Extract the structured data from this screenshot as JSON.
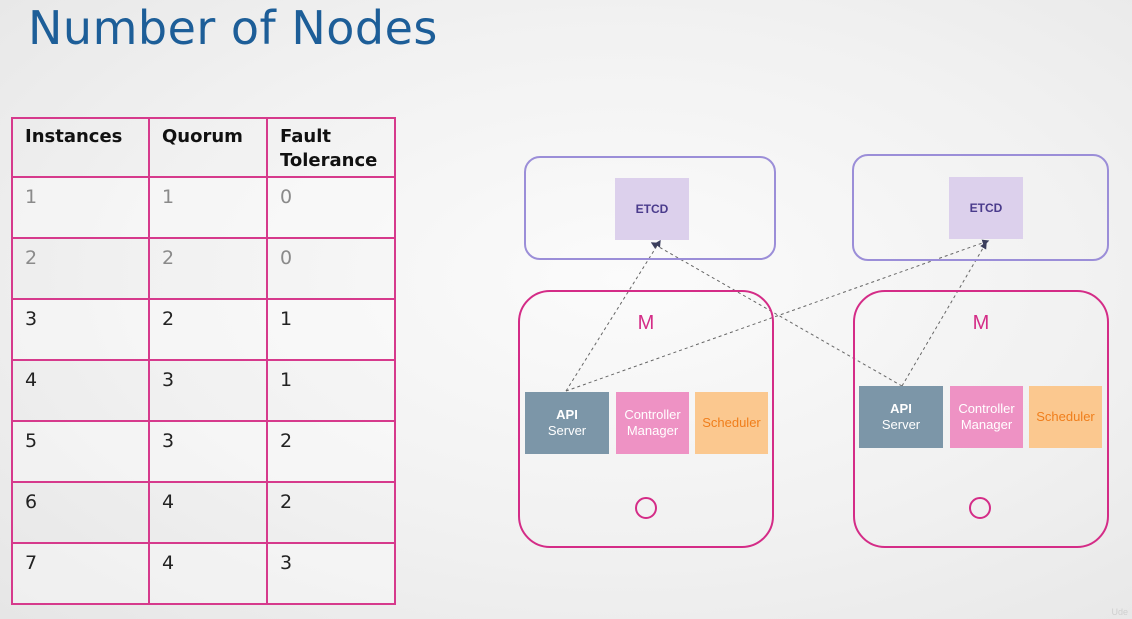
{
  "title": "Number of Nodes",
  "table": {
    "headers": [
      "Instances",
      "Quorum",
      "Fault Tolerance"
    ],
    "rows": [
      [
        "1",
        "1",
        "0"
      ],
      [
        "2",
        "2",
        "0"
      ],
      [
        "3",
        "2",
        "1"
      ],
      [
        "4",
        "3",
        "1"
      ],
      [
        "5",
        "3",
        "2"
      ],
      [
        "6",
        "4",
        "2"
      ],
      [
        "7",
        "4",
        "3"
      ]
    ]
  },
  "diagram": {
    "etcd_label": "ETCD",
    "master_label": "M",
    "api_line1": "API",
    "api_line2": "Server",
    "controller_line1": "Controller",
    "controller_line2": "Manager",
    "scheduler": "Scheduler"
  },
  "colors": {
    "title": "#1d5e98",
    "table_border": "#d63a8c",
    "master_border": "#d42c87",
    "etcd_border": "#9b8ed8",
    "etcd_fill": "#dcd0ec",
    "api_fill": "#7c96a8",
    "controller_fill": "#ee92c4",
    "scheduler_fill": "#fbc88f"
  },
  "watermark": "Ude"
}
